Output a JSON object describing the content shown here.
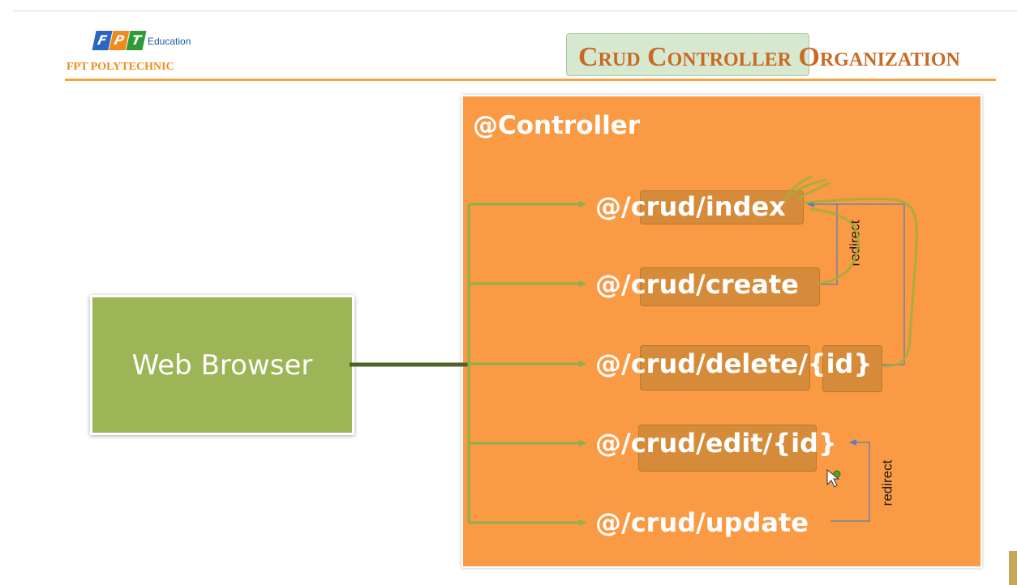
{
  "header": {
    "logo": {
      "tiles": [
        "F",
        "P",
        "T"
      ],
      "tile_colors": [
        "#2b66c3",
        "#f08a1c",
        "#2f9a3a"
      ],
      "education": "Education",
      "brand": "FPT POLYTECHNIC"
    },
    "title": "Crud Controller Organization"
  },
  "diagram": {
    "browser_label": "Web Browser",
    "controller_label": "@Controller",
    "routes": [
      {
        "prefix": "@/",
        "path": "crud/index"
      },
      {
        "prefix": "@/",
        "path": "crud/create"
      },
      {
        "prefix": "@/",
        "path": "crud/delete",
        "sep": "/",
        "param": "{id}"
      },
      {
        "prefix": "@/",
        "path": "crud/edit/{id}"
      },
      {
        "prefix": "@/",
        "path": "crud/update"
      }
    ],
    "redirect_labels": [
      "redirect",
      "redirect"
    ],
    "colors": {
      "controller_box": "#fa9a45",
      "browser_box": "#9bb557",
      "arrow_green": "#8cb04a",
      "redirect_arrow": "#5b7fb5",
      "accent_line": "#f7a23f",
      "title_text": "#c96a24"
    }
  }
}
